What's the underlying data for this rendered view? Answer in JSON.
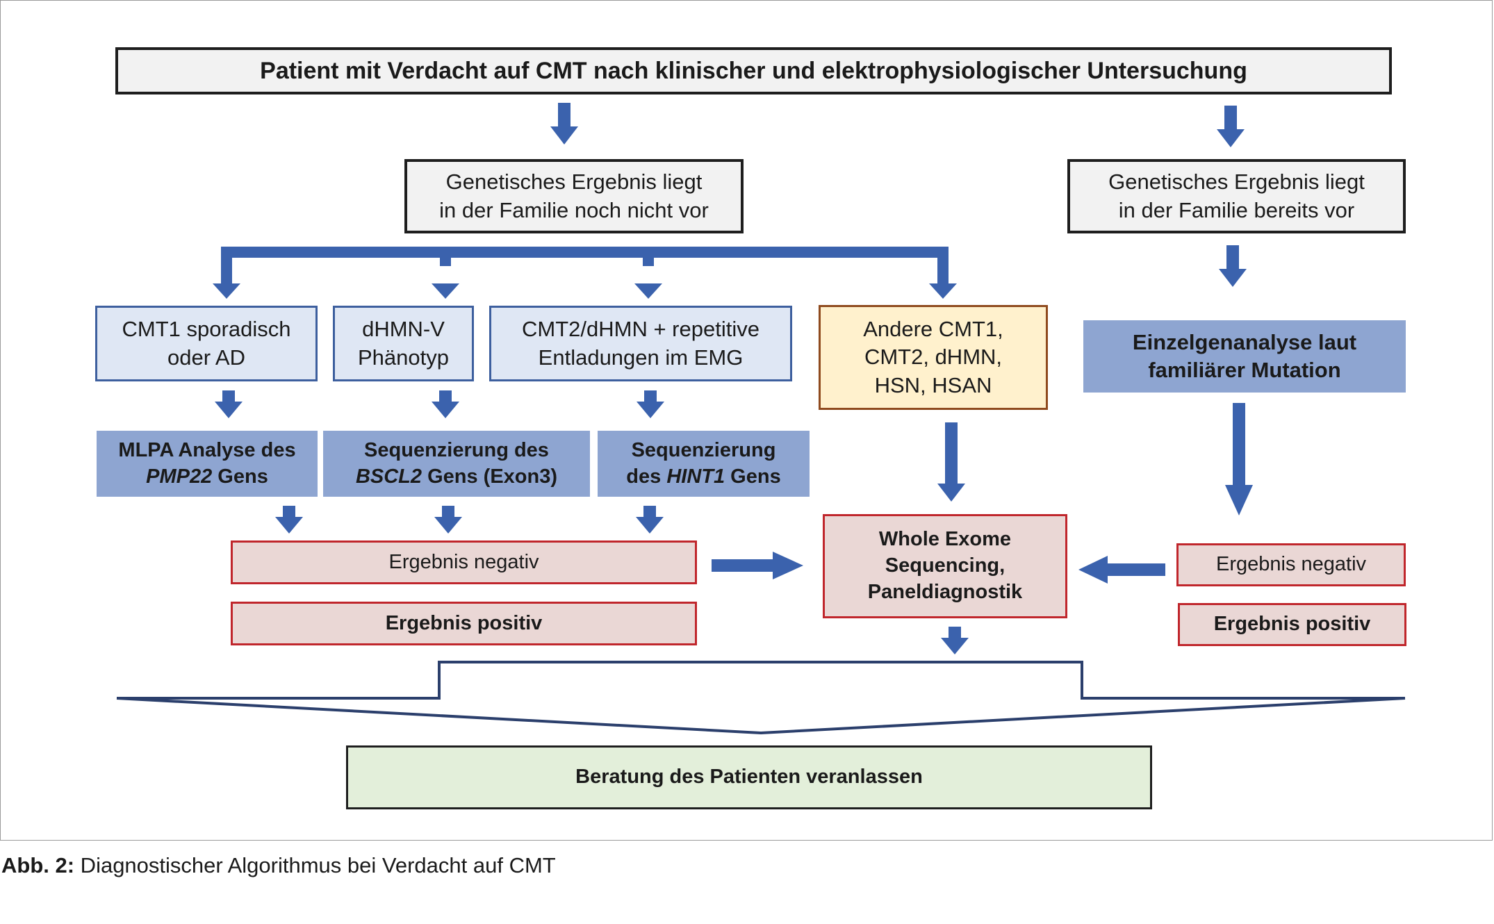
{
  "title_box": "Patient mit Verdacht auf CMT nach klinischer und elektrophysiologischer Untersuchung",
  "branch_left": [
    "Genetisches Ergebnis liegt",
    "in der Familie noch nicht vor"
  ],
  "branch_right": [
    "Genetisches Ergebnis liegt",
    "in der Familie bereits vor"
  ],
  "phenotypes": {
    "cmt1": [
      "CMT1 sporadisch",
      "oder AD"
    ],
    "dhmn": [
      "dHMN-V",
      "Phänotyp"
    ],
    "cmt2": [
      "CMT2/dHMN + repetitive",
      "Entladungen im EMG"
    ],
    "other": [
      "Andere CMT1,",
      "CMT2, dHMN,",
      "HSN, HSAN"
    ],
    "single": [
      "Einzelgenanalyse laut",
      "familiärer Mutation"
    ]
  },
  "tests": {
    "mlpa": {
      "line1": "MLPA Analyse des",
      "gene": "PMP22",
      "suffix": " Gens"
    },
    "bscl2": {
      "line1": "Sequenzierung des",
      "gene": "BSCL2",
      "suffix": " Gens (Exon3)"
    },
    "hint1": {
      "line1": "Sequenzierung",
      "prefix": "des ",
      "gene": "HINT1",
      "suffix": " Gens"
    }
  },
  "results": {
    "negative": "Ergebnis negativ",
    "positive": "Ergebnis positiv"
  },
  "wes": [
    "Whole Exome",
    "Sequencing,",
    "Paneldiagnostik"
  ],
  "counseling": "Beratung des Patienten veranlassen",
  "caption": {
    "label": "Abb. 2:",
    "text": " Diagnostischer Algorithmus bei Verdacht auf CMT"
  },
  "colors": {
    "arrow": "#3b62ad",
    "box_blue_fill": "#8ea5d1",
    "box_red_border": "#c0262c",
    "box_orange_fill": "#fff1cd",
    "box_green_fill": "#e3efda"
  }
}
